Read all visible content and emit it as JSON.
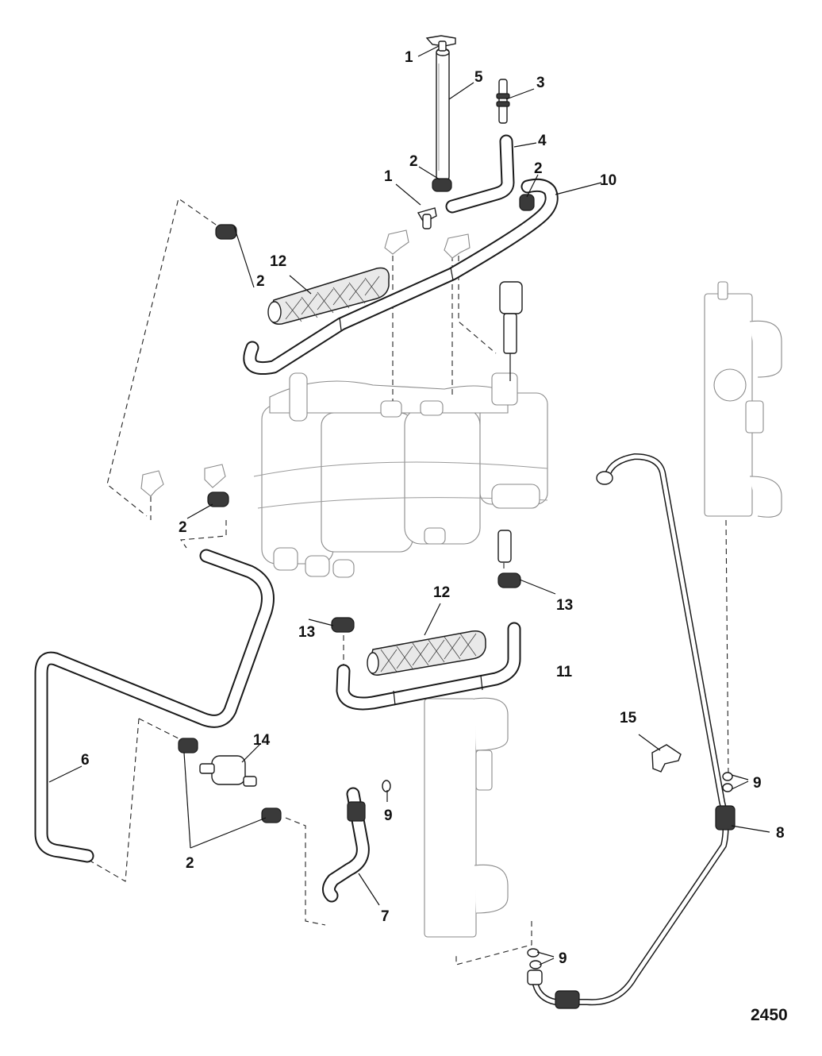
{
  "figure_number": "2450",
  "callouts": {
    "c1a": "1",
    "c5": "5",
    "c3": "3",
    "c4": "4",
    "c2a": "2",
    "c1b": "1",
    "c2b": "2",
    "c10": "10",
    "c12a": "12",
    "c2c": "2",
    "c2d": "2",
    "c12b": "12",
    "c13a": "13",
    "c13b": "13",
    "c11": "11",
    "c15": "15",
    "c14": "14",
    "c6": "6",
    "c9a": "9",
    "c9b": "9",
    "c9c": "9",
    "c8": "8",
    "c2e": "2",
    "c7": "7"
  }
}
